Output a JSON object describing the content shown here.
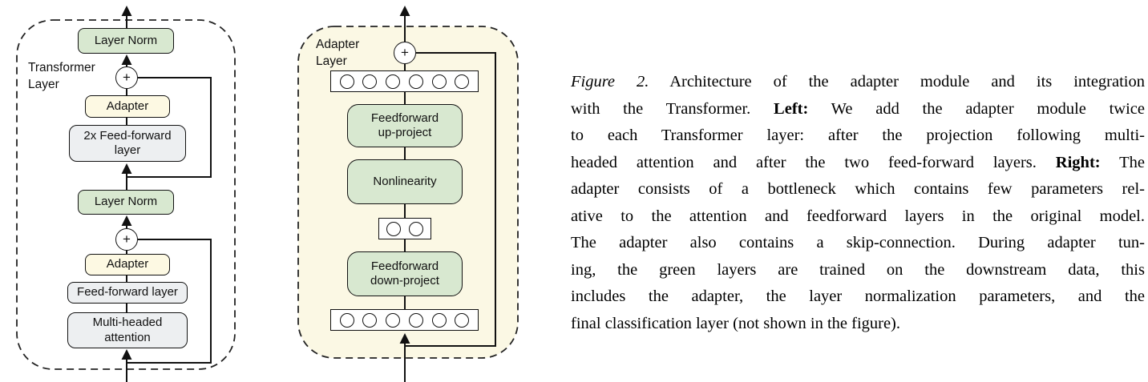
{
  "symbols": {
    "plus": "+"
  },
  "colors": {
    "trained_green": "#d8e8d0",
    "adapter_yellow": "#fdf9e3",
    "frozen_gray": "#edeff1",
    "adapter_layer_bg": "#fbf8e4",
    "line": "#111111"
  },
  "diagram_left": {
    "container_label": "Transformer\nLayer",
    "layer_norm_top": "Layer Norm",
    "adapter_top": "Adapter",
    "ff_2x_line1": "2x Feed-forward",
    "ff_2x_line2": "layer",
    "layer_norm_bottom": "Layer Norm",
    "adapter_bottom": "Adapter",
    "ff_layer": "Feed-forward layer",
    "mha_line1": "Multi-headed",
    "mha_line2": "attention"
  },
  "diagram_adapter": {
    "container_label": "Adapter\nLayer",
    "ff_up_line1": "Feedforward",
    "ff_up_line2": "up-project",
    "nonlinearity": "Nonlinearity",
    "ff_down_line1": "Feedforward",
    "ff_down_line2": "down-project",
    "feature_circle_count": 6,
    "bottleneck_circle_count": 2
  },
  "caption": {
    "lines": [
      [
        {
          "style": "italic",
          "text": "Figure 2."
        },
        {
          "style": "normal",
          "text": " Architecture of the adapter module and its integration"
        }
      ],
      [
        {
          "style": "normal",
          "text": "with the Transformer.  "
        },
        {
          "style": "bold",
          "text": "Left:"
        },
        {
          "style": "normal",
          "text": "  We add the adapter module twice"
        }
      ],
      [
        {
          "style": "normal",
          "text": "to each Transformer layer:  after the projection following multi-"
        }
      ],
      [
        {
          "style": "normal",
          "text": "headed attention and after the two feed-forward layers.  "
        },
        {
          "style": "bold",
          "text": "Right:"
        },
        {
          "style": "normal",
          "text": " The"
        }
      ],
      [
        {
          "style": "normal",
          "text": "adapter consists of a bottleneck which contains few parameters rel-"
        }
      ],
      [
        {
          "style": "normal",
          "text": "ative to the attention and feedforward layers in the original model."
        }
      ],
      [
        {
          "style": "normal",
          "text": "The adapter also contains a skip-connection.  During adapter tun-"
        }
      ],
      [
        {
          "style": "normal",
          "text": "ing, the green layers are trained on the downstream data, this"
        }
      ],
      [
        {
          "style": "normal",
          "text": "includes the adapter, the layer normalization parameters, and the"
        }
      ],
      [
        {
          "style": "normal",
          "text": "final classification layer (not shown in the figure)."
        }
      ]
    ]
  }
}
